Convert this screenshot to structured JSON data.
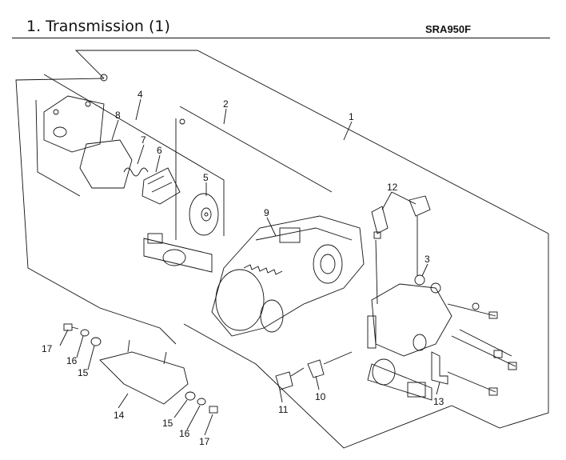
{
  "header": {
    "title": "1. Transmission (1)",
    "model": "SRA950F"
  },
  "callouts": [
    "1",
    "2",
    "3",
    "4",
    "5",
    "6",
    "7",
    "8",
    "9",
    "10",
    "11",
    "12",
    "13",
    "14",
    "15",
    "16",
    "17",
    "15",
    "16",
    "17"
  ]
}
